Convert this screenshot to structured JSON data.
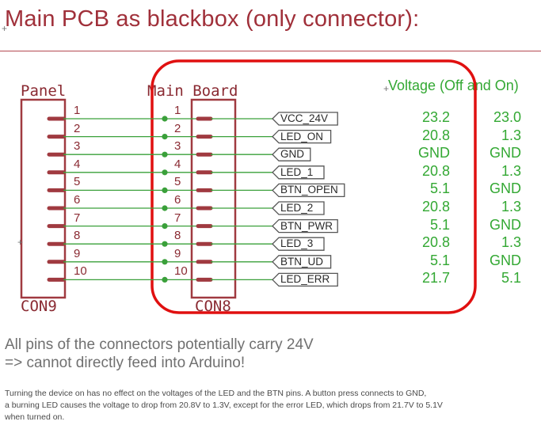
{
  "title": "Main PCB as blackbox (only connector):",
  "panel_label": "Panel",
  "panel_part": "CON9",
  "board_label": "Main Board",
  "board_part": "CON8",
  "voltage_header": "Voltage (Off and On)",
  "pins": [
    {
      "num": "1",
      "net": "VCC_24V",
      "off": "23.2",
      "on": "23.0"
    },
    {
      "num": "2",
      "net": "LED_ON",
      "off": "20.8",
      "on": "1.3"
    },
    {
      "num": "3",
      "net": "GND",
      "off": "GND",
      "on": "GND"
    },
    {
      "num": "4",
      "net": "LED_1",
      "off": "20.8",
      "on": "1.3"
    },
    {
      "num": "5",
      "net": "BTN_OPEN",
      "off": "5.1",
      "on": "GND"
    },
    {
      "num": "6",
      "net": "LED_2",
      "off": "20.8",
      "on": "1.3"
    },
    {
      "num": "7",
      "net": "BTN_PWR",
      "off": "5.1",
      "on": "GND"
    },
    {
      "num": "8",
      "net": "LED_3",
      "off": "20.8",
      "on": "1.3"
    },
    {
      "num": "9",
      "net": "BTN_UD",
      "off": "5.1",
      "on": "GND"
    },
    {
      "num": "10",
      "net": "LED_ERR",
      "off": "21.7",
      "on": "5.1"
    }
  ],
  "warning": {
    "line1": "All pins of the connectors potentially carry 24V",
    "line2": "=> cannot directly feed into Arduino!"
  },
  "note": {
    "line1": "Turning the device on has no effect on the voltages of the LED and the BTN pins. A button press connects to GND,",
    "line2": "a burning LED causes the voltage to drop from 20.8V to 1.3V, except for the error LED, which drops from 21.7V to 5.1V",
    "line3": "when turned on."
  },
  "colors": {
    "title": "#a0303a",
    "connector": "#a03a40",
    "wire": "#3aa03a",
    "highlight": "#e01010",
    "voltage": "#33a833"
  }
}
